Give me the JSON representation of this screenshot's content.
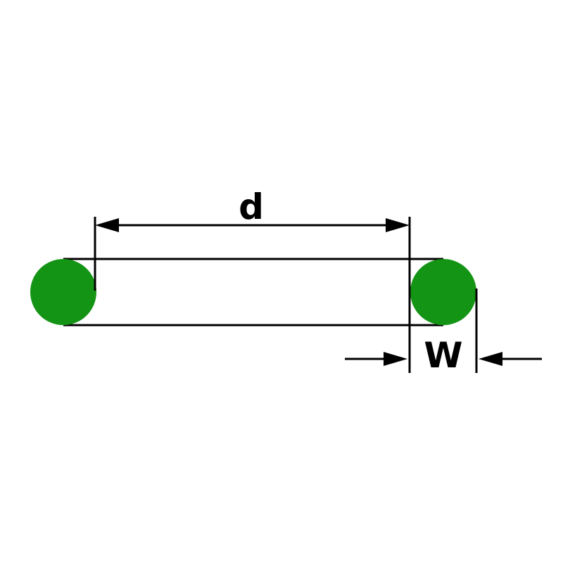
{
  "diagram": {
    "type": "technical-dimension-drawing",
    "subject": "O-ring profile with inner diameter and cross-section width callouts",
    "labels": {
      "inner_diameter": "d",
      "cross_section_width": "W"
    },
    "colors": {
      "oring_fill": "#149414",
      "line": "#000000",
      "background": "#ffffff"
    }
  }
}
